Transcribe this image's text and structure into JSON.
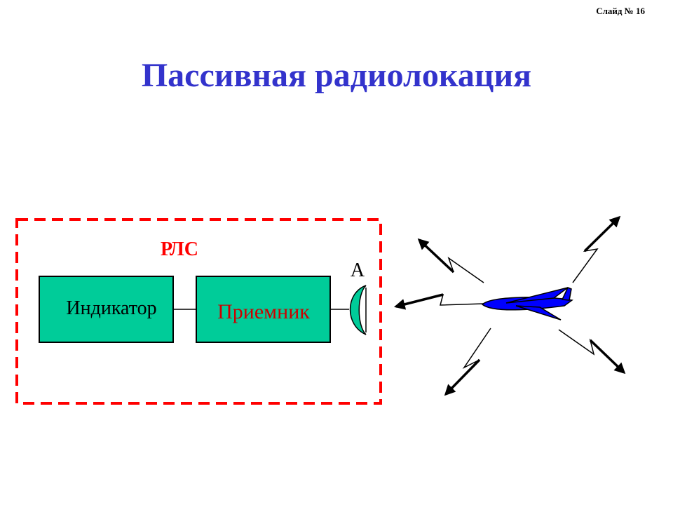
{
  "slide_number": "Слайд № 16",
  "title": "Пассивная радиолокация",
  "radar_station": {
    "label": "РЛС",
    "indicator_label": "Индикатор",
    "receiver_label": "Приемник",
    "antenna_label": "А"
  },
  "colors": {
    "title": "#3333cc",
    "frame": "#ff0000",
    "block_fill": "#00cc99",
    "station_label": "#ff0000",
    "receiver_text": "#cc0000",
    "aircraft": "#0000ff",
    "antenna_fill": "#00cc99"
  },
  "icons": {
    "antenna": "parabolic-antenna-icon",
    "aircraft": "airplane-icon",
    "signal": "lightning-arrow-icon"
  }
}
